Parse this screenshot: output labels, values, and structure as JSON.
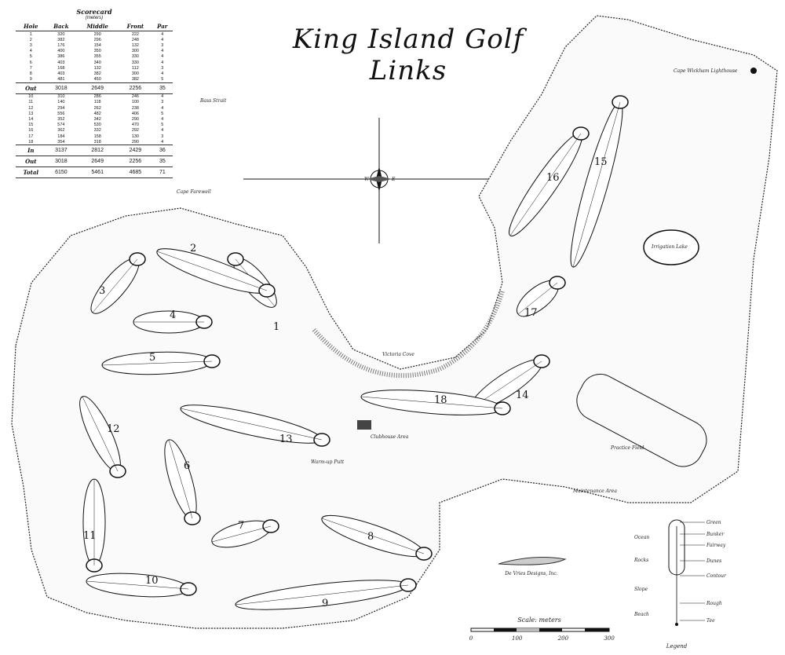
{
  "title": "King Island Golf Links",
  "scorecard": {
    "title": "Scorecard",
    "unit": "(meters)",
    "headers": [
      "Hole",
      "Back",
      "Middle",
      "Front",
      "Par"
    ],
    "front_nine": [
      [
        "1",
        "320",
        "290",
        "222",
        "4"
      ],
      [
        "2",
        "382",
        "296",
        "248",
        "4"
      ],
      [
        "3",
        "176",
        "154",
        "132",
        "3"
      ],
      [
        "4",
        "400",
        "350",
        "300",
        "4"
      ],
      [
        "5",
        "386",
        "355",
        "330",
        "4"
      ],
      [
        "6",
        "403",
        "340",
        "330",
        "4"
      ],
      [
        "7",
        "168",
        "132",
        "112",
        "3"
      ],
      [
        "8",
        "403",
        "382",
        "300",
        "4"
      ],
      [
        "9",
        "481",
        "450",
        "382",
        "5"
      ]
    ],
    "out": [
      "Out",
      "3018",
      "2649",
      "2256",
      "35"
    ],
    "back_nine": [
      [
        "10",
        "310",
        "286",
        "246",
        "4"
      ],
      [
        "11",
        "140",
        "118",
        "100",
        "3"
      ],
      [
        "12",
        "294",
        "262",
        "238",
        "4"
      ],
      [
        "13",
        "556",
        "482",
        "406",
        "5"
      ],
      [
        "14",
        "352",
        "342",
        "290",
        "4"
      ],
      [
        "15",
        "574",
        "530",
        "470",
        "5"
      ],
      [
        "16",
        "362",
        "332",
        "292",
        "4"
      ],
      [
        "17",
        "184",
        "158",
        "130",
        "3"
      ],
      [
        "18",
        "354",
        "318",
        "290",
        "4"
      ]
    ],
    "in": [
      "In",
      "3137",
      "2812",
      "2429",
      "36"
    ],
    "out_repeat": [
      "Out",
      "3018",
      "2649",
      "2256",
      "35"
    ],
    "total": [
      "Total",
      "6150",
      "5461",
      "4685",
      "71"
    ]
  },
  "places": {
    "bass_strait": "Bass Strait",
    "cape_farewell": "Cape Farewell",
    "victoria_cove": "Victoria Cove",
    "clubhouse": "Clubhouse Area",
    "warmup": "Warm-up Putt",
    "practice": "Practice Field",
    "maintenance": "Maintenance Area",
    "irrigation": "Irrigation Lake",
    "lighthouse": "Cape Wickham Lighthouse"
  },
  "holes": [
    "1",
    "2",
    "3",
    "4",
    "5",
    "6",
    "7",
    "8",
    "9",
    "10",
    "11",
    "12",
    "13",
    "14",
    "15",
    "16",
    "17",
    "18"
  ],
  "compass": {
    "west": "W",
    "east": "E"
  },
  "credit": "De Vries Designs, Inc.",
  "scale": {
    "title": "Scale: meters",
    "ticks": [
      "0",
      "100",
      "200",
      "300"
    ]
  },
  "legend": {
    "title": "Legend",
    "left": [
      "Ocean",
      "Rocks",
      "Slope",
      "Beach"
    ],
    "right": [
      "Green",
      "Bunker",
      "Fairway",
      "Dunes",
      "Contour",
      "Rough",
      "Tee"
    ]
  },
  "colors": {
    "ink": "#111111",
    "paper": "#ffffff"
  }
}
